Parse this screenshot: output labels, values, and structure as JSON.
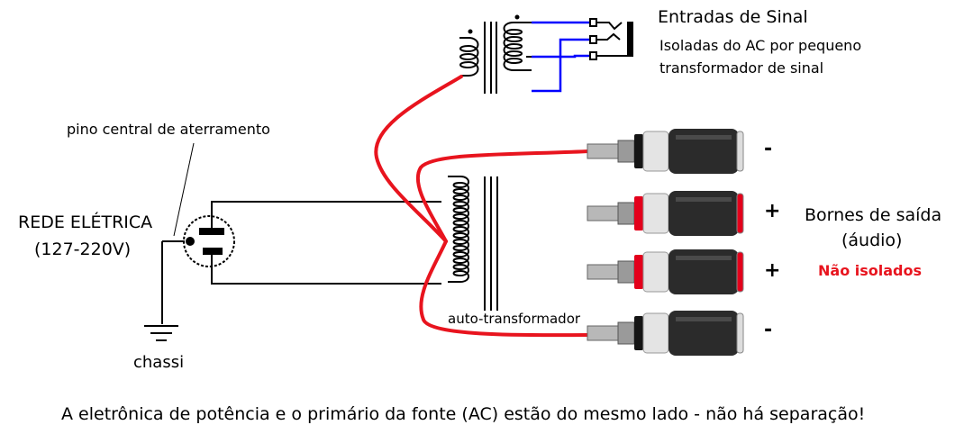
{
  "labels": {
    "signal_inputs_title": "Entradas de Sinal",
    "signal_inputs_desc_1": "Isoladas do AC por pequeno",
    "signal_inputs_desc_2": "transformador de sinal",
    "ground_pin": "pino central de aterramento",
    "mains_1": "REDE ELÉTRICA",
    "mains_2": "(127-220V)",
    "chassis": "chassi",
    "autotransformer": "auto-transformador",
    "outputs_1": "Bornes de saída",
    "outputs_2": "(áudio)",
    "not_isolated": "Não isolados",
    "footer": "A eletrônica de potência e o primário da fonte (AC) estão do mesmo lado - não há separação!"
  },
  "terminals": [
    {
      "polarity": "-",
      "ring": "black"
    },
    {
      "polarity": "+",
      "ring": "red"
    },
    {
      "polarity": "+",
      "ring": "red"
    },
    {
      "polarity": "-",
      "ring": "black"
    }
  ],
  "colors": {
    "wire_red": "#e8141e",
    "wire_blue": "#0000ff",
    "warning": "#e8141e"
  }
}
